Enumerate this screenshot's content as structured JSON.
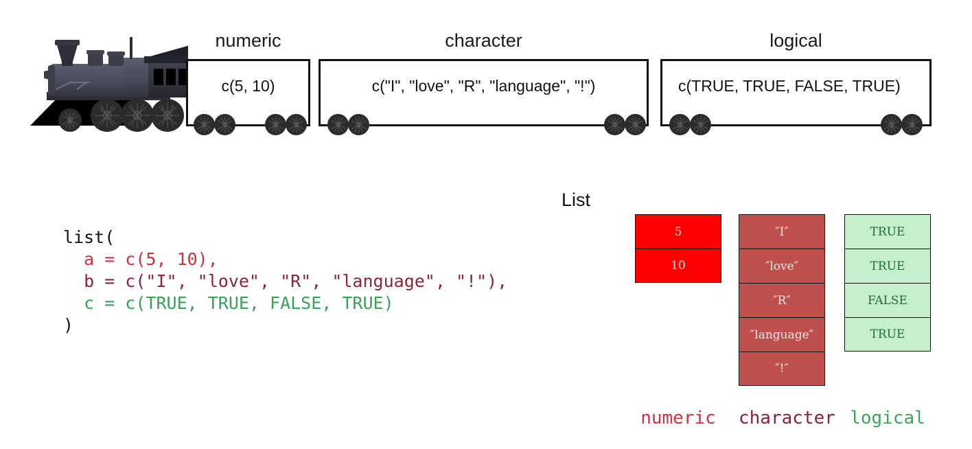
{
  "train": {
    "locomotive_name": "steam-locomotive",
    "wagons": [
      {
        "label": "numeric",
        "content": "c(5, 10)"
      },
      {
        "label": "character",
        "content": "c(\"I\", \"love\",  \"R\",  \"language\", \"!\")"
      },
      {
        "label": "logical",
        "content": "c(TRUE, TRUE, FALSE, TRUE)"
      }
    ]
  },
  "code": {
    "lines": [
      {
        "text": "list(",
        "color_class": "c-black"
      },
      {
        "text": "  a = c(5, 10),",
        "color_class": "c-red"
      },
      {
        "text": "  b = c(\"I\", \"love\", \"R\", \"language\", \"!\"),",
        "color_class": "c-maroon"
      },
      {
        "text": "  c = c(TRUE, TRUE, FALSE, TRUE)",
        "color_class": "c-green"
      },
      {
        "text": ")",
        "color_class": "c-black"
      }
    ]
  },
  "list_diagram": {
    "title": "List",
    "columns": [
      {
        "name": "numeric",
        "footer": "numeric",
        "footer_color": "#cc3344",
        "fill": "#FF0000",
        "text_color": "#ffd7d7",
        "values": [
          "5",
          "10"
        ]
      },
      {
        "name": "character",
        "footer": "character",
        "footer_color": "#8b2235",
        "fill": "#C0504D",
        "text_color": "#f2eaea",
        "values": [
          "″I″",
          "″love″",
          "″R″",
          "″language″",
          "″!″"
        ]
      },
      {
        "name": "logical",
        "footer": "logical",
        "footer_color": "#3ca55c",
        "fill": "#C6EFCE",
        "text_color": "#1e6b3c",
        "values": [
          "TRUE",
          "TRUE",
          "FALSE",
          "TRUE"
        ]
      }
    ]
  },
  "palette": {
    "loco_body": "#4b4d5c",
    "loco_dark": "#2e2f3a",
    "wheel": "#2b2b2b",
    "outline": "#111111"
  }
}
